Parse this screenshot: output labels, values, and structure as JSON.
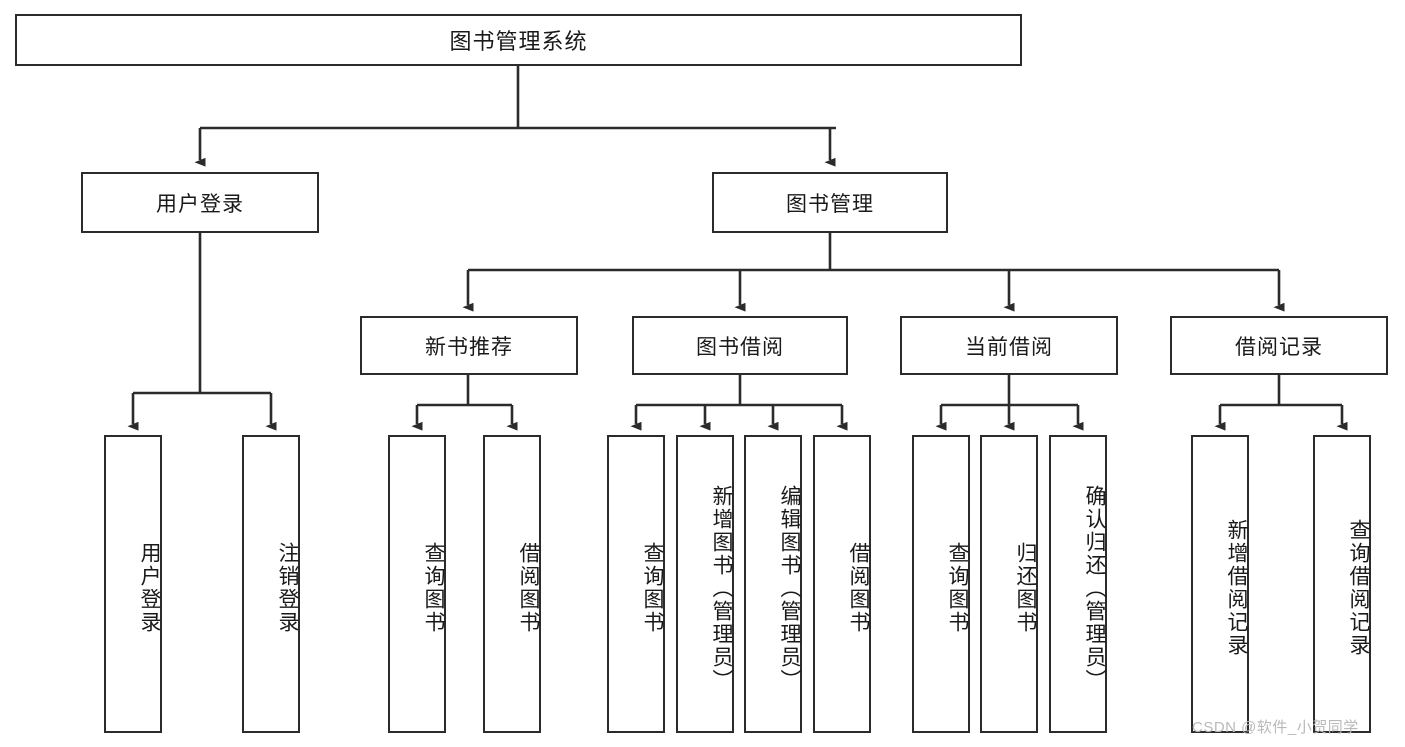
{
  "diagram": {
    "title": "图书管理系统",
    "type": "tree",
    "root": {
      "id": "root",
      "label": "图书管理系统"
    },
    "level1": [
      {
        "id": "user-login",
        "label": "用户登录"
      },
      {
        "id": "book-management",
        "label": "图书管理"
      }
    ],
    "level2": [
      {
        "id": "new-book-recommend",
        "label": "新书推荐",
        "parent": "book-management"
      },
      {
        "id": "book-borrow",
        "label": "图书借阅",
        "parent": "book-management"
      },
      {
        "id": "current-borrow",
        "label": "当前借阅",
        "parent": "book-management"
      },
      {
        "id": "borrow-record",
        "label": "借阅记录",
        "parent": "book-management"
      }
    ],
    "leaves": [
      {
        "id": "leaf-user-login",
        "label": "用户登录",
        "parent": "user-login"
      },
      {
        "id": "leaf-logout-login",
        "label": "注销登录",
        "parent": "user-login"
      },
      {
        "id": "leaf-query-book-1",
        "label": "查询图书",
        "parent": "new-book-recommend"
      },
      {
        "id": "leaf-borrow-book-1",
        "label": "借阅图书",
        "parent": "new-book-recommend"
      },
      {
        "id": "leaf-query-book-2",
        "label": "查询图书",
        "parent": "book-borrow"
      },
      {
        "id": "leaf-add-book-admin",
        "label": "新增图书（管理员）",
        "parent": "book-borrow"
      },
      {
        "id": "leaf-edit-book-admin",
        "label": "编辑图书（管理员）",
        "parent": "book-borrow"
      },
      {
        "id": "leaf-borrow-book-2",
        "label": "借阅图书",
        "parent": "book-borrow"
      },
      {
        "id": "leaf-query-book-3",
        "label": "查询图书",
        "parent": "current-borrow"
      },
      {
        "id": "leaf-return-book",
        "label": "归还图书",
        "parent": "current-borrow"
      },
      {
        "id": "leaf-confirm-return-admin",
        "label": "确认归还（管理员）",
        "parent": "current-borrow"
      },
      {
        "id": "leaf-add-borrow-record",
        "label": "新增借阅记录",
        "parent": "borrow-record"
      },
      {
        "id": "leaf-query-borrow-record",
        "label": "查询借阅记录",
        "parent": "borrow-record"
      }
    ],
    "colors": {
      "border": "#2b2b2b",
      "background": "#ffffff",
      "text": "#1a1a1a",
      "watermark": "#b9b9b9"
    }
  },
  "watermark": {
    "text": "CSDN @软件_小贺同学"
  }
}
